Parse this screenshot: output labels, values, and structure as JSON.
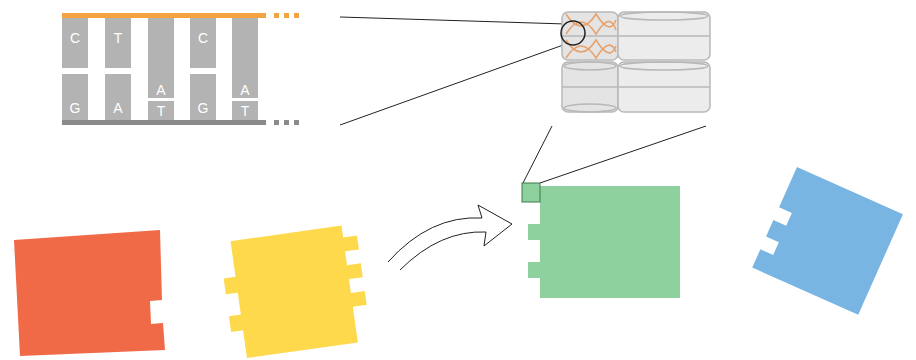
{
  "diagram": {
    "nodes": [
      {
        "text": [
          "C"
        ]
      },
      {
        "text": [
          "T"
        ]
      },
      {
        "text": [
          "A"
        ]
      },
      {
        "text": [
          "C"
        ]
      },
      {
        "text": [
          "A"
        ]
      },
      {
        "text": [
          "G"
        ]
      },
      {
        "text": [
          "A"
        ]
      },
      {
        "text": [
          "T"
        ]
      },
      {
        "text": [
          "G"
        ]
      },
      {
        "text": [
          "T"
        ]
      }
    ]
  }
}
